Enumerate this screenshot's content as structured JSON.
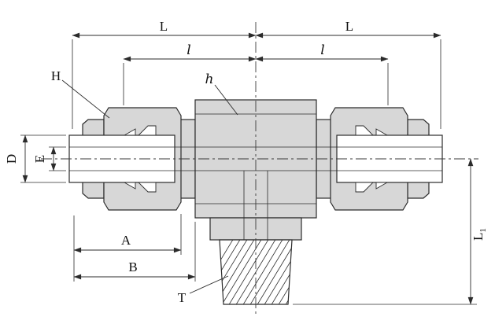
{
  "drawing": {
    "labels": {
      "overall_length_left": "L",
      "overall_length_right": "L",
      "intermediate_left": "l",
      "intermediate_right": "l",
      "nut_width": "H",
      "body_hex_width": "h",
      "tube_od": "D",
      "tube_bore": "E",
      "dim_a": "A",
      "dim_b": "B",
      "thread_size": "T",
      "branch_length_main": "L",
      "branch_length_subscript": "1"
    },
    "colors": {
      "line": "#2b2b2b",
      "metal_fill": "#d7d7d7",
      "background": "#ffffff"
    }
  }
}
